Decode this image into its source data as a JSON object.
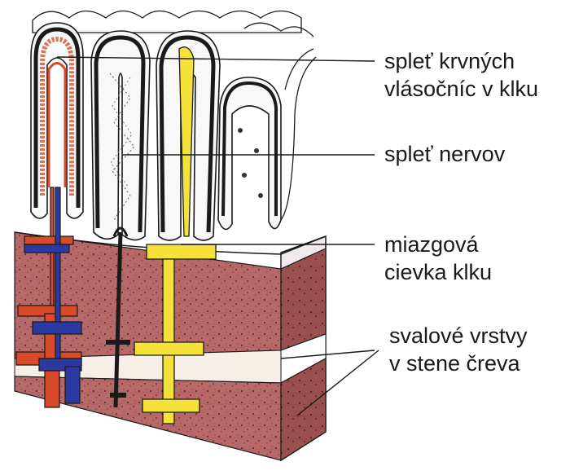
{
  "labels": {
    "capillaries": {
      "line1": "spleť krvných",
      "line2": "vlásočníc v klku"
    },
    "nerves": {
      "line1": "spleť nervov"
    },
    "lacteal": {
      "line1": "miazgová",
      "line2": "cievka klku"
    },
    "muscle": {
      "line1": "svalové vrstvy",
      "line2": "v stene čreva"
    }
  },
  "colors": {
    "muscle": "#b86a6a",
    "muscle_dark": "#7a3434",
    "artery": "#d84a2a",
    "vein": "#2a3aa0",
    "lymph": "#f4e23a",
    "nerve": "#2a2a2a",
    "outline": "#1a1a1a"
  }
}
